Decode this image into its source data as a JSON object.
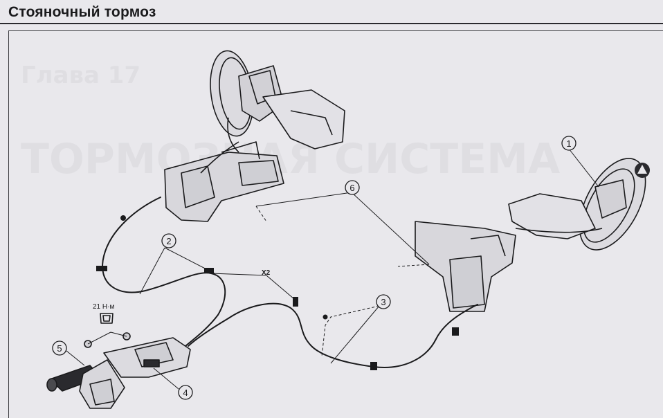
{
  "header": {
    "title": "Стояночный тормоз"
  },
  "figure": {
    "callouts": [
      {
        "number": "1",
        "part": "rear-brake-mechanism-right"
      },
      {
        "number": "2",
        "part": "parking-brake-cable-left"
      },
      {
        "number": "3",
        "part": "parking-brake-cable-right"
      },
      {
        "number": "4",
        "part": "cable-equalizer"
      },
      {
        "number": "5",
        "part": "parking-brake-lever"
      },
      {
        "number": "6",
        "part": "rear-suspension-arms"
      }
    ],
    "torque_label": "21 Н·м",
    "multiplier_label": "X2"
  },
  "colors": {
    "ink": "#1a1a1c",
    "paper": "#e9e8ec",
    "bleed_through": "#d9d8dd"
  }
}
